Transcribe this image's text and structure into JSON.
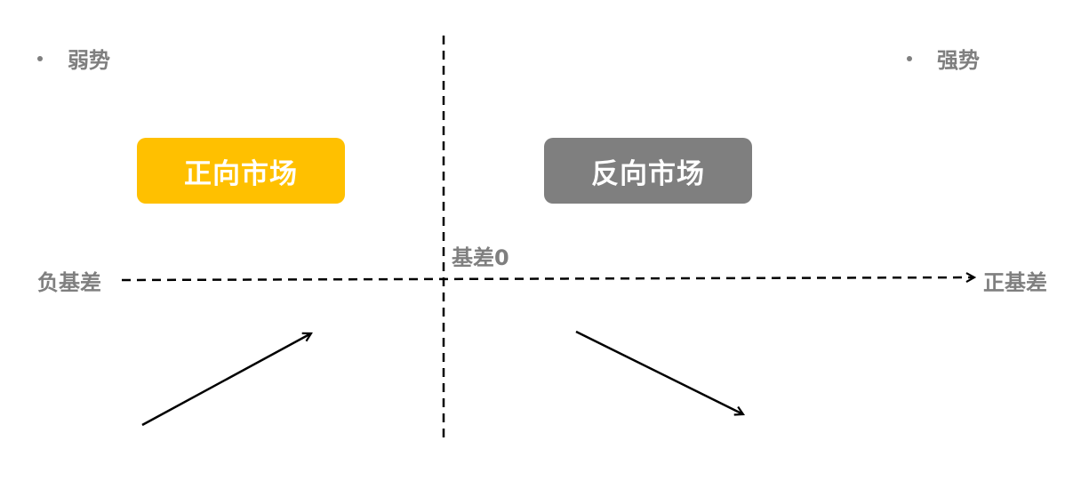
{
  "labels": {
    "weak": "弱势",
    "strong": "强势",
    "negative_basis": "负基差",
    "positive_basis": "正基差",
    "basis_zero": "基差0"
  },
  "boxes": {
    "positive_market": "正向市场",
    "inverse_market": "反向市场"
  },
  "colors": {
    "positive_market": "#ffc000",
    "inverse_market": "#7f7f7f",
    "label_text": "#7f7f7f",
    "lines": "#000000"
  }
}
